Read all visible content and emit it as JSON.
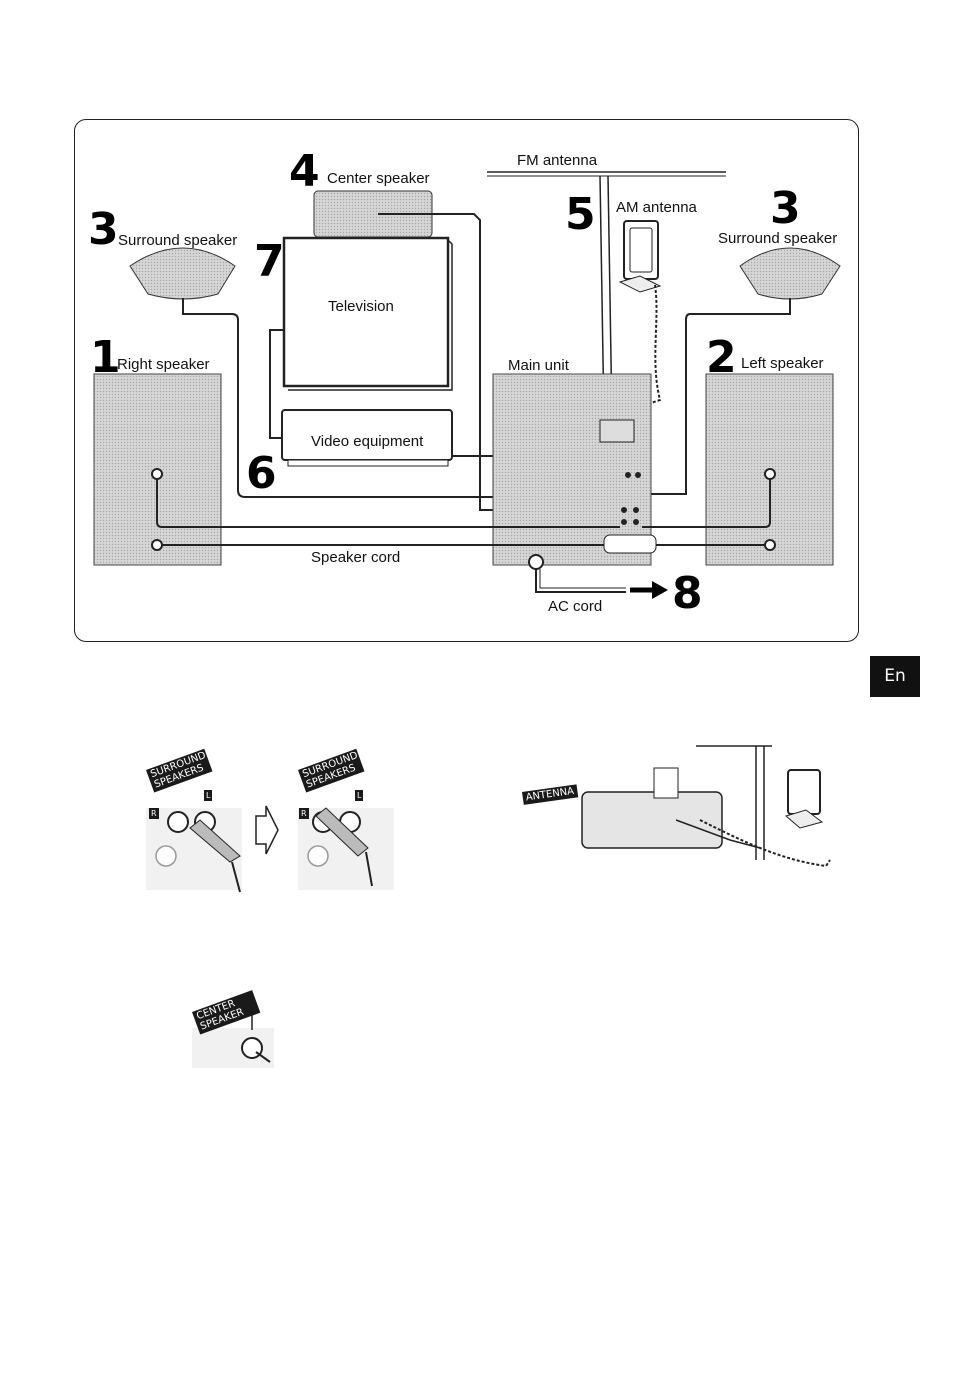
{
  "diagram": {
    "labels": {
      "center_speaker": "Center speaker",
      "fm_antenna": "FM antenna",
      "am_antenna": "AM antenna",
      "surround_speaker_left": "Surround speaker",
      "surround_speaker_right": "Surround speaker",
      "television": "Television",
      "right_speaker": "Right speaker",
      "main_unit": "Main unit",
      "left_speaker": "Left speaker",
      "video_equipment": "Video equipment",
      "speaker_cord": "Speaker cord",
      "ac_cord": "AC cord"
    },
    "step_numbers": {
      "right_speaker": "1",
      "left_speaker": "2",
      "surround_left": "3",
      "surround_right": "3",
      "center_speaker": "4",
      "antenna": "5",
      "video": "6",
      "television": "7",
      "ac_cord": "8"
    }
  },
  "side_tab": {
    "language": "En"
  },
  "details": {
    "surround_speakers_label_a": "SURROUND SPEAKERS",
    "surround_speakers_label_b": "SURROUND SPEAKERS",
    "r": "R",
    "l": "L",
    "antenna_label": "ANTENNA",
    "center_speaker_label": "CENTER SPEAKER"
  }
}
